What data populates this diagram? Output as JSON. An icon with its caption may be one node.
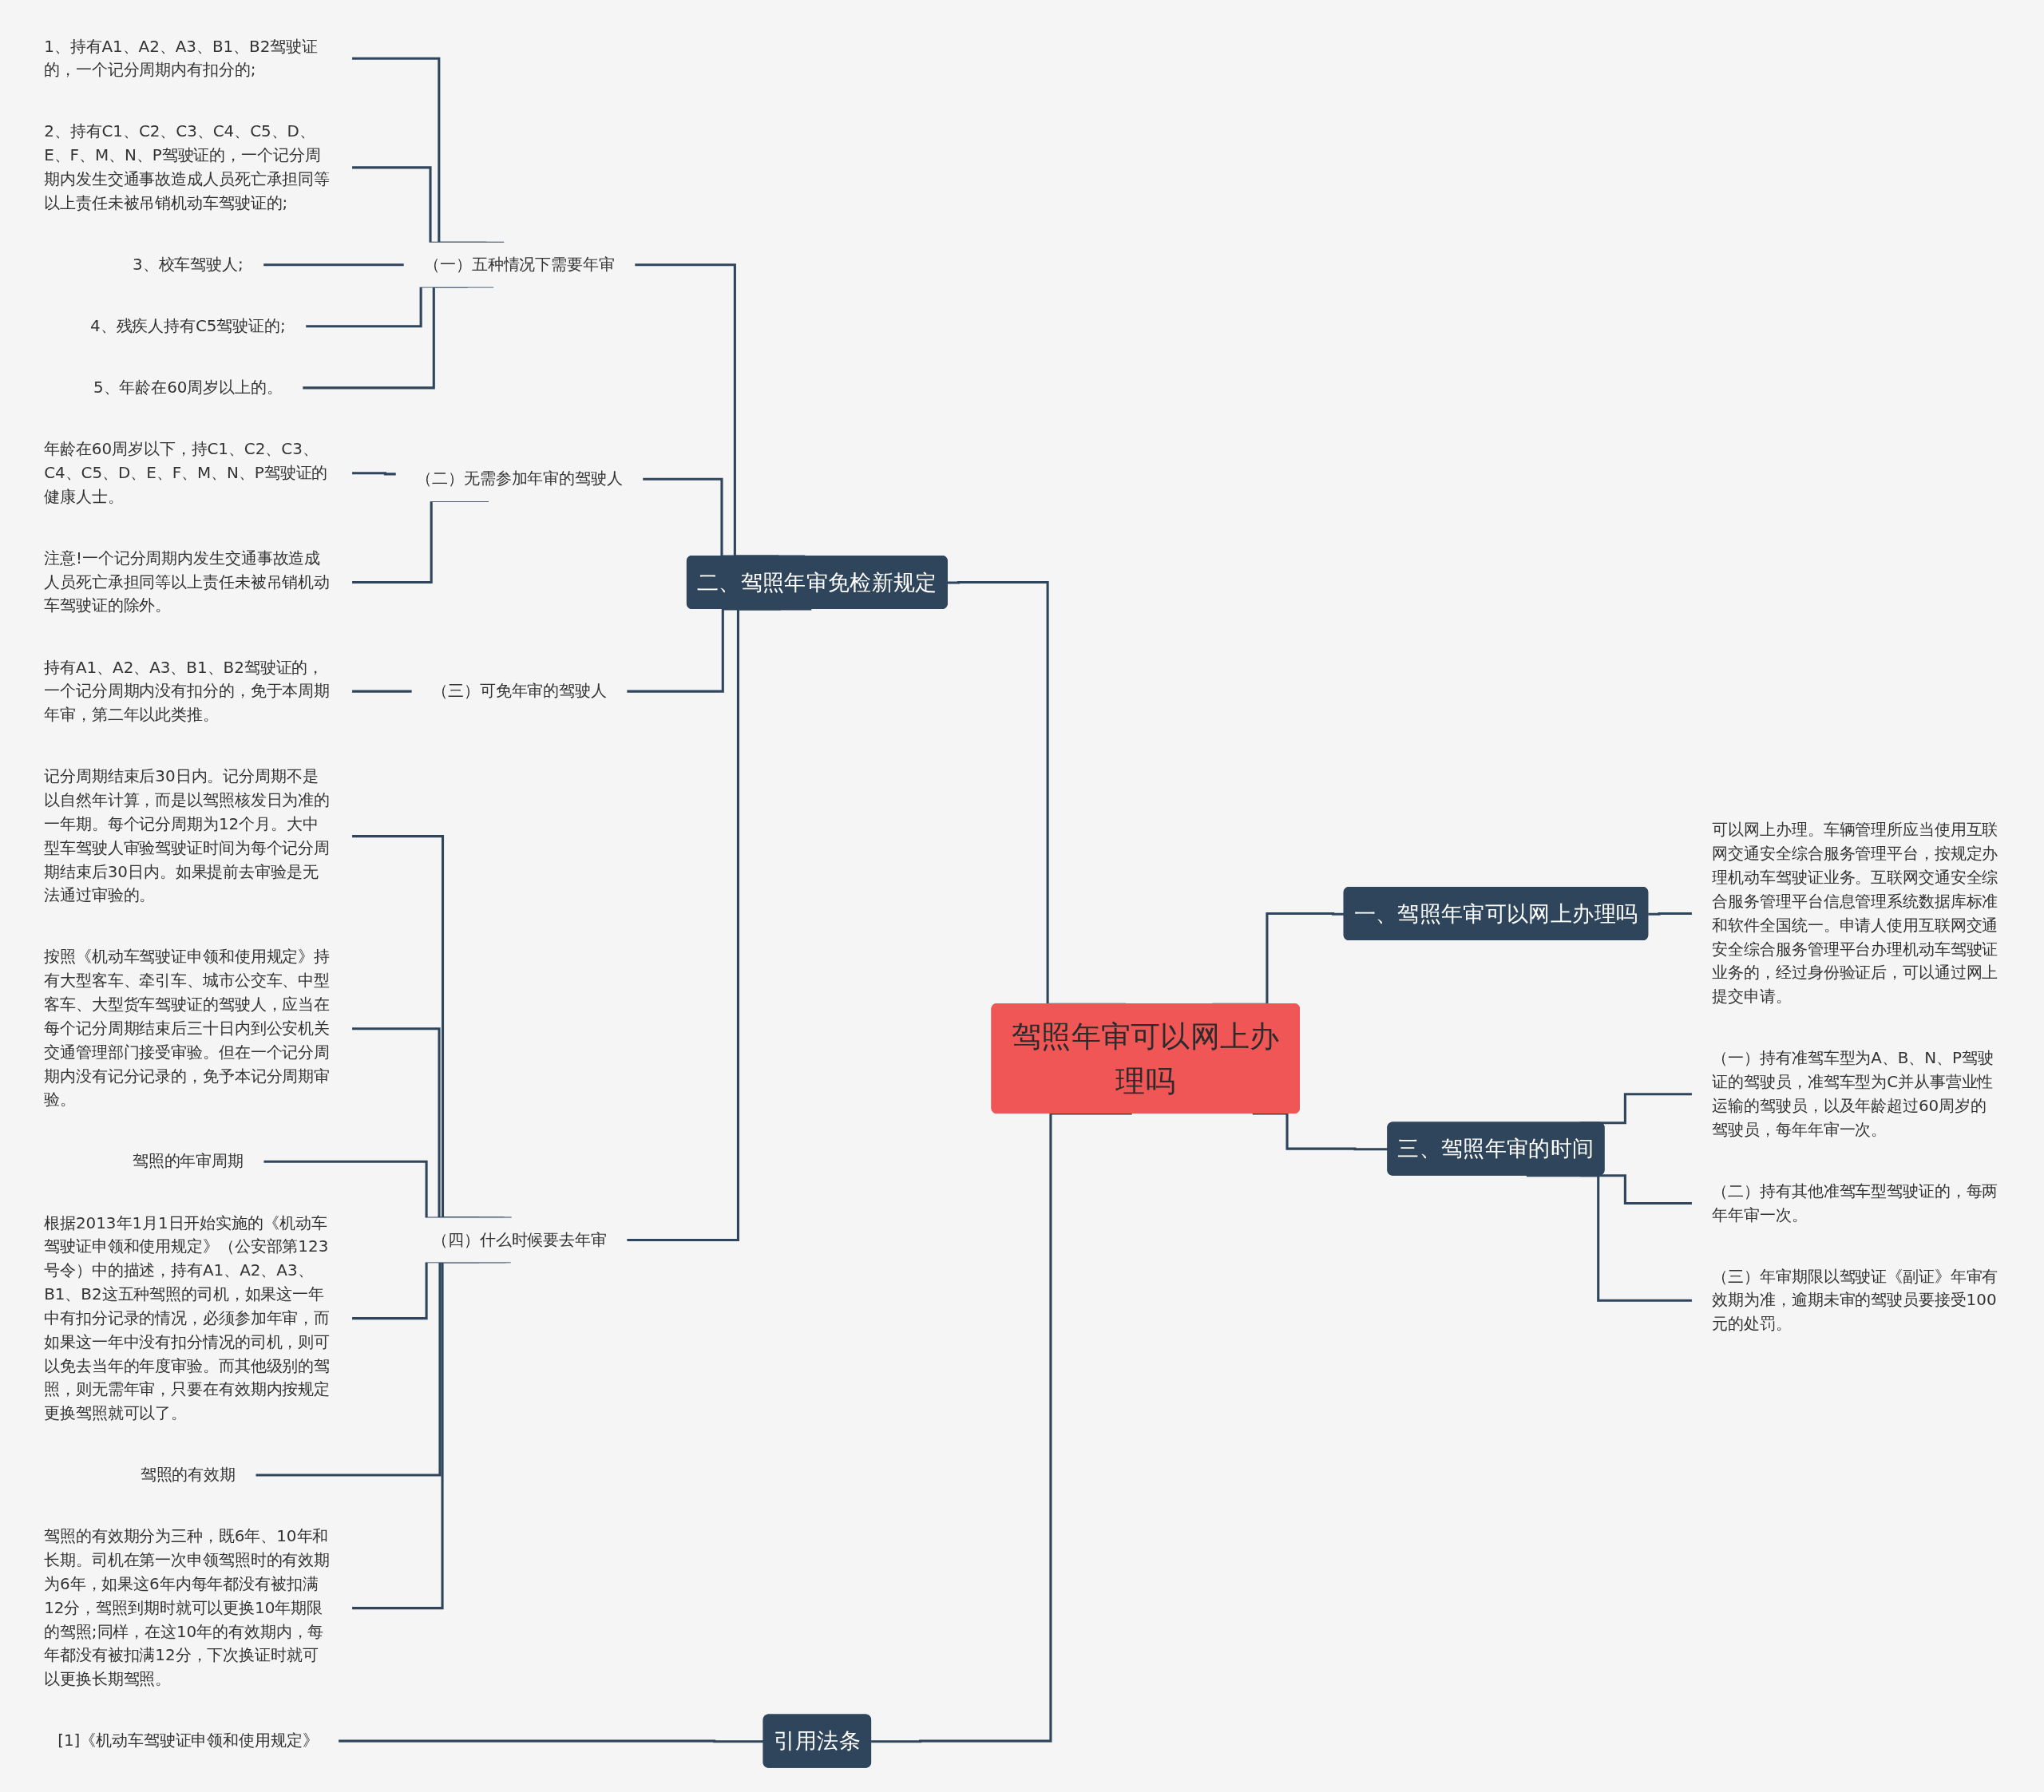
{
  "diagram": {
    "nodes": [
      {
        "text": [
          "驾照年审可以网上办理吗"
        ]
      },
      {
        "text": [
          "一、驾照年审可以网上办理吗"
        ]
      },
      {
        "text": [
          "可以网上办理。车辆管理所应当使用互联网交通安全综合服务管理平台，按规定办理机动车驾驶证业务。互联网交通安全综合服务管理平台信息管理系统数据库标准和软件全国统一。申请人使用互联网交通安全综合服务管理平台办理机动车驾驶证业务的，经过身份验证后，可以通过网上提交申请。"
        ]
      },
      {
        "text": [
          "二、驾照年审免检新规定"
        ]
      },
      {
        "text": [
          "（一）五种情况下需要年审"
        ]
      },
      {
        "text": [
          "1、持有A1、A2、A3、B1、B2驾驶证的，一个记分周期内有扣分的;"
        ]
      },
      {
        "text": [
          "2、持有C1、C2、C3、C4、C5、D、E、F、M、N、P驾驶证的，一个记分周期内发生交通事故造成人员死亡承担同等以上责任未被吊销机动车驾驶证的;"
        ]
      },
      {
        "text": [
          "3、校车驾驶人;"
        ]
      },
      {
        "text": [
          "4、残疾人持有C5驾驶证的;"
        ]
      },
      {
        "text": [
          "5、年龄在60周岁以上的。"
        ]
      },
      {
        "text": [
          "（二）无需参加年审的驾驶人"
        ]
      },
      {
        "text": [
          "年龄在60周岁以下，持C1、C2、C3、C4、C5、D、E、F、M、N、P驾驶证的健康人士。"
        ]
      },
      {
        "text": [
          "注意!一个记分周期内发生交通事故造成人员死亡承担同等以上责任未被吊销机动车驾驶证的除外。"
        ]
      },
      {
        "text": [
          "（三）可免年审的驾驶人"
        ]
      },
      {
        "text": [
          "持有A1、A2、A3、B1、B2驾驶证的，一个记分周期内没有扣分的，免于本周期年审，第二年以此类推。"
        ]
      },
      {
        "text": [
          "（四）什么时候要去年审"
        ]
      },
      {
        "text": [
          "记分周期结束后30日内。记分周期不是以自然年计算，而是以驾照核发日为准的一年期。每个记分周期为12个月。大中型车驾驶人审验驾驶证时间为每个记分周期结束后30日内。如果提前去审验是无法通过审验的。"
        ]
      },
      {
        "text": [
          "按照《机动车驾驶证申领和使用规定》持有大型客车、牵引车、城市公交车、中型客车、大型货车驾驶证的驾驶人，应当在每个记分周期结束后三十日内到公安机关交通管理部门接受审验。但在一个记分周期内没有记分记录的，免予本记分周期审验。"
        ]
      },
      {
        "text": [
          "驾照的年审周期"
        ]
      },
      {
        "text": [
          "根据2013年1月1日开始实施的《机动车驾驶证申领和使用规定》（公安部第123号令）中的描述，持有A1、A2、A3、B1、B2这五种驾照的司机，如果这一年中有扣分记录的情况，必须参加年审，而如果这一年中没有扣分情况的司机，则可以免去当年的年度审验。而其他级别的驾照，则无需年审，只要在有效期内按规定更换驾照就可以了。"
        ]
      },
      {
        "text": [
          "驾照的有效期"
        ]
      },
      {
        "text": [
          "驾照的有效期分为三种，既6年、10年和长期。司机在第一次申领驾照时的有效期为6年，如果这6年内每年都没有被扣满12分，驾照到期时就可以更换10年期限的驾照;同样，在这10年的有效期内，每年都没有被扣满12分，下次换证时就可以更换长期驾照。"
        ]
      },
      {
        "text": [
          "三、驾照年审的时间"
        ]
      },
      {
        "text": [
          "（一）持有准驾车型为A、B、N、P驾驶证的驾驶员，准驾车型为C并从事营业性运输的驾驶员，以及年龄超过60周岁的驾驶员，每年年审一次。"
        ]
      },
      {
        "text": [
          "（二）持有其他准驾车型驾驶证的，每两年年审一次。"
        ]
      },
      {
        "text": [
          "（三）年审期限以驾驶证《副证》年审有效期为准，逾期未审的驾驶员要接受100元的处罚。"
        ]
      },
      {
        "text": [
          "引用法条"
        ]
      },
      {
        "text": [
          "[1]《机动车驾驶证申领和使用规定》"
        ]
      }
    ],
    "edges": [
      {
        "from": 0,
        "to": 1,
        "arrow": "none"
      },
      {
        "from": 1,
        "to": 2,
        "arrow": "none"
      },
      {
        "from": 3,
        "to": 0,
        "arrow": "none"
      },
      {
        "from": 4,
        "to": 3,
        "arrow": "none"
      },
      {
        "from": 5,
        "to": 4,
        "arrow": "none"
      },
      {
        "from": 6,
        "to": 4,
        "arrow": "none"
      },
      {
        "from": 7,
        "to": 4,
        "arrow": "none"
      },
      {
        "from": 8,
        "to": 4,
        "arrow": "none"
      },
      {
        "from": 9,
        "to": 4,
        "arrow": "none"
      },
      {
        "from": 10,
        "to": 3,
        "arrow": "none"
      },
      {
        "from": 11,
        "to": 10,
        "arrow": "none"
      },
      {
        "from": 12,
        "to": 10,
        "arrow": "none"
      },
      {
        "from": 13,
        "to": 3,
        "arrow": "none"
      },
      {
        "from": 14,
        "to": 13,
        "arrow": "none"
      },
      {
        "from": 15,
        "to": 3,
        "arrow": "none"
      },
      {
        "from": 16,
        "to": 15,
        "arrow": "none"
      },
      {
        "from": 17,
        "to": 15,
        "arrow": "none"
      },
      {
        "from": 18,
        "to": 15,
        "arrow": "none"
      },
      {
        "from": 19,
        "to": 15,
        "arrow": "none"
      },
      {
        "from": 20,
        "to": 15,
        "arrow": "none"
      },
      {
        "from": 21,
        "to": 15,
        "arrow": "none"
      },
      {
        "from": 0,
        "to": 22,
        "arrow": "none"
      },
      {
        "from": 22,
        "to": 23,
        "arrow": "none"
      },
      {
        "from": 22,
        "to": 24,
        "arrow": "none"
      },
      {
        "from": 22,
        "to": 25,
        "arrow": "none"
      },
      {
        "from": 26,
        "to": 0,
        "arrow": "none"
      },
      {
        "from": 27,
        "to": 26,
        "arrow": "none"
      }
    ]
  }
}
